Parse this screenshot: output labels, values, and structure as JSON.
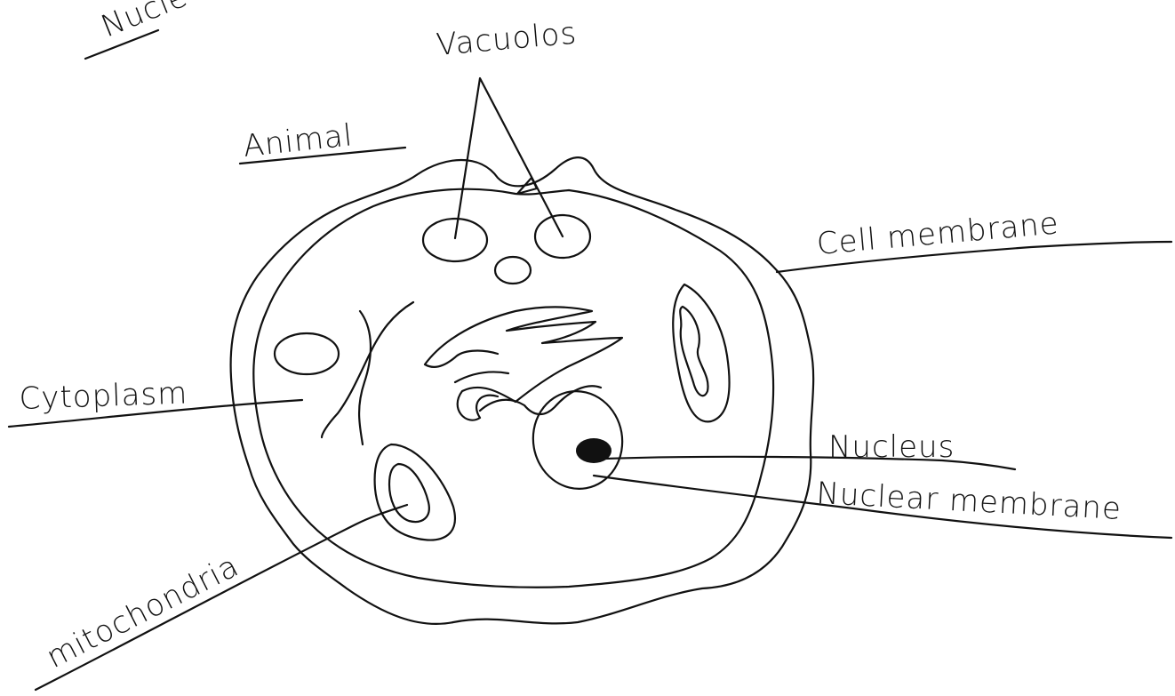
{
  "diagram": {
    "corner_text": "Nucle",
    "title": "Animal",
    "labels": {
      "vacuoles": "Vacuolos",
      "cell_membrane": "Cell membrane",
      "cytoplasm": "Cytoplasm",
      "nucleus": "Nucleus",
      "nuclear_membrane": "Nuclear membrane",
      "mitochondria": "mitochondria"
    }
  }
}
